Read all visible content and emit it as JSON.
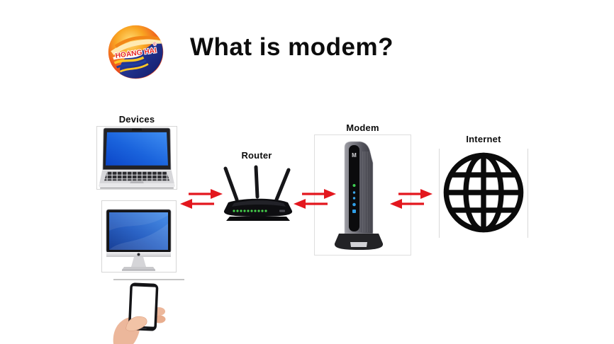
{
  "header": {
    "logo": {
      "brand": "HOANG HAI",
      "registered": "®"
    },
    "title": "What is modem?"
  },
  "diagram": {
    "arrow_color": "#e3171e",
    "nodes": {
      "devices": {
        "label": "Devices",
        "items": [
          "laptop",
          "desktop-imac",
          "smartphone-in-hand"
        ]
      },
      "router": {
        "label": "Router"
      },
      "modem": {
        "label": "Modem",
        "brand_letter": "M"
      },
      "internet": {
        "label": "Internet"
      }
    },
    "connections": [
      {
        "from": "Devices",
        "to": "Router",
        "direction": "bidirectional"
      },
      {
        "from": "Router",
        "to": "Modem",
        "direction": "bidirectional"
      },
      {
        "from": "Modem",
        "to": "Internet",
        "direction": "bidirectional"
      }
    ]
  }
}
